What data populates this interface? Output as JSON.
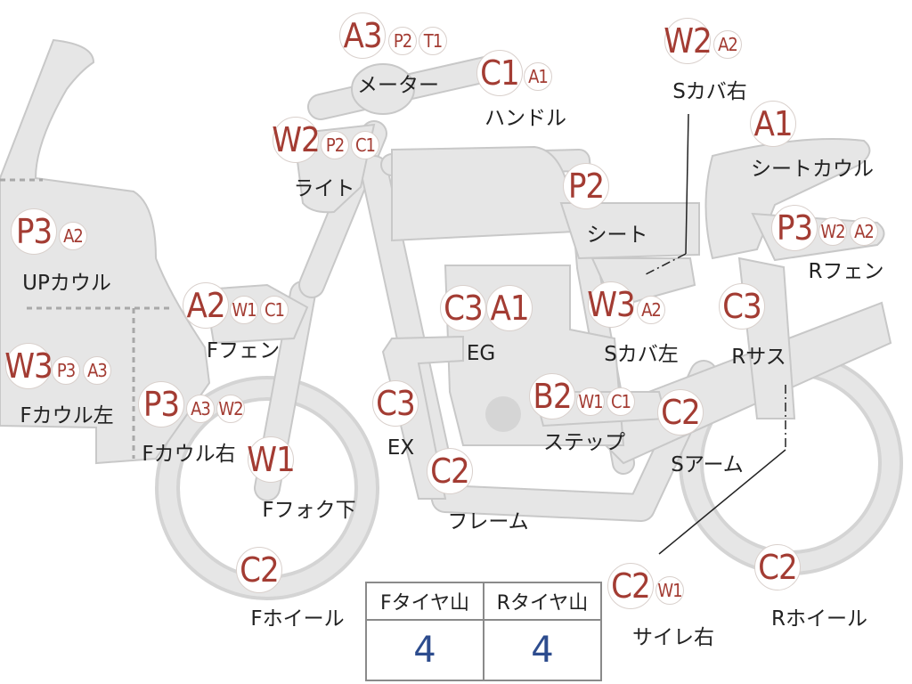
{
  "parts": [
    {
      "label": "メーター",
      "codes": [
        "A3",
        "P2",
        "T1"
      ]
    },
    {
      "label": "ハンドル",
      "codes": [
        "C1",
        "A1"
      ]
    },
    {
      "label": "Sカバ右",
      "codes": [
        "W2",
        "A2"
      ]
    },
    {
      "label": "ライト",
      "codes": [
        "W2",
        "P2",
        "C1"
      ]
    },
    {
      "label": "シートカウル",
      "codes": [
        "A1"
      ]
    },
    {
      "label": "シート",
      "codes": [
        "P2"
      ]
    },
    {
      "label": "Rフェン",
      "codes": [
        "P3",
        "W2",
        "A2"
      ]
    },
    {
      "label": "UPカウル",
      "codes": [
        "P3",
        "A2"
      ]
    },
    {
      "label": "Fフェン",
      "codes": [
        "A2",
        "W1",
        "C1"
      ]
    },
    {
      "label": "EG",
      "codes": [
        "C3",
        "A1"
      ]
    },
    {
      "label": "Sカバ左",
      "codes": [
        "W3",
        "A2"
      ]
    },
    {
      "label": "Rサス",
      "codes": [
        "C3"
      ]
    },
    {
      "label": "Fカウル左",
      "codes": [
        "W3",
        "P3",
        "A3"
      ]
    },
    {
      "label": "Fカウル右",
      "codes": [
        "P3",
        "A3",
        "W2"
      ]
    },
    {
      "label": "EX",
      "codes": [
        "C3"
      ]
    },
    {
      "label": "ステップ",
      "codes": [
        "B2",
        "W1",
        "C1"
      ]
    },
    {
      "label": "Sアーム",
      "codes": [
        "C2"
      ]
    },
    {
      "label": "Fフォク下",
      "codes": [
        "W1"
      ]
    },
    {
      "label": "フレーム",
      "codes": [
        "C2"
      ]
    },
    {
      "label": "Fホイール",
      "codes": [
        "C2"
      ]
    },
    {
      "label": "サイレ右",
      "codes": [
        "C2",
        "W1"
      ]
    },
    {
      "label": "Rホイール",
      "codes": [
        "C2"
      ]
    }
  ],
  "tire_tread": {
    "headers": [
      "Fタイヤ山",
      "Rタイヤ山"
    ],
    "values": [
      "4",
      "4"
    ]
  },
  "colors": {
    "code_text": "#a33c33",
    "badge_border": "#d9d0cc",
    "bike_fill": "#e6e6e6",
    "bike_outline": "#c8c8c8",
    "tread_value": "#2d4c8e"
  }
}
